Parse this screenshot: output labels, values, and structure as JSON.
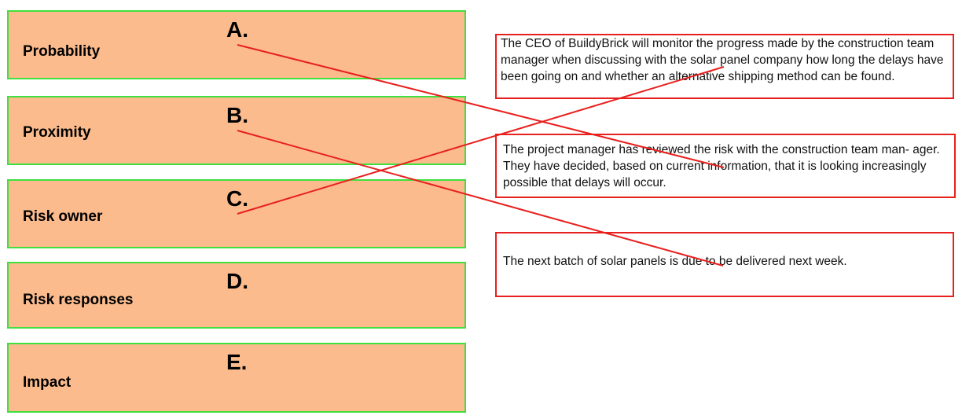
{
  "terms": [
    {
      "label": "Probability",
      "letter": "A."
    },
    {
      "label": "Proximity",
      "letter": "B."
    },
    {
      "label": "Risk owner",
      "letter": "C."
    },
    {
      "label": "Risk responses",
      "letter": "D."
    },
    {
      "label": "Impact",
      "letter": "E."
    }
  ],
  "descriptions": [
    {
      "text": "The CEO of BuildyBrick will monitor the progress made by the construction team manager when discussing with the solar panel company how long the delays have been going on and whether an alternative shipping method can be found."
    },
    {
      "text": "The project manager has reviewed the risk with the construction team man- ager. They have decided, based on current information, that it is looking increasingly possible that delays will occur."
    },
    {
      "text": "The next batch of solar panels is due to be delivered next week."
    }
  ],
  "matches": [
    {
      "term": "A.",
      "description_index": 2
    },
    {
      "term": "B.",
      "description_index": 3
    },
    {
      "term": "C.",
      "description_index": 1
    }
  ],
  "colors": {
    "term_fill": "#fbbb8d",
    "term_border": "#3fe03f",
    "description_border": "#e8201d",
    "connector_line": "#e8201d"
  }
}
